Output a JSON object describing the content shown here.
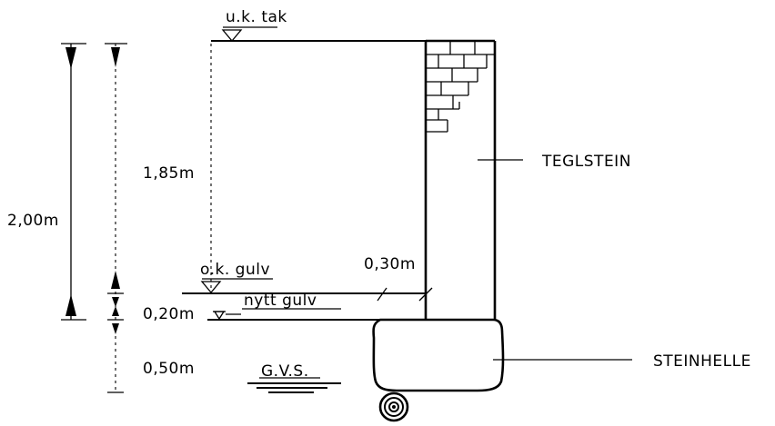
{
  "labels": {
    "uk_tak": "u.k. tak",
    "ok_gulv": "o.k. gulv",
    "nytt_gulv": "nytt gulv",
    "gvs": "G.V.S.",
    "teglstein": "TEGLSTEIN",
    "steinhelle": "STEINHELLE"
  },
  "dimensions": {
    "total_height": "2,00m",
    "upper_height": "1,85m",
    "floor_step": "0,20m",
    "lower_depth": "0,50m",
    "wall_thickness": "0,30m"
  },
  "icons": {
    "level_marker": "triangle-level-icon",
    "hatch": "brick-hatch",
    "rock": "spiral-rock-icon"
  },
  "colors": {
    "ink": "#000000",
    "paper": "#ffffff"
  }
}
